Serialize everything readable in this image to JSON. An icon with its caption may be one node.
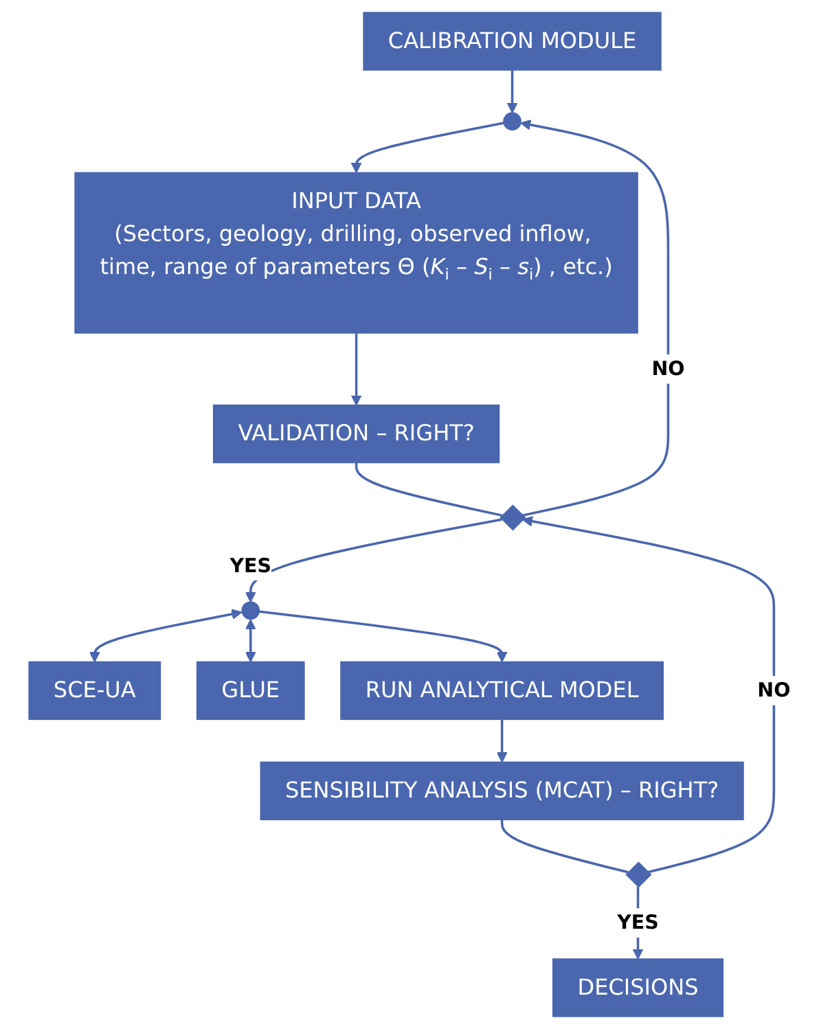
{
  "diagram": {
    "nodes": [
      {
        "text": [
          "CALIBRATION MODULE"
        ]
      },
      {
        "text": [],
        "shape": "circle"
      },
      {
        "text": [
          "INPUT DATA",
          "(Sectors, geology, drilling, observed inflow, time, range of parameters Θ (*K*$_{i}$ – *S*$_{i}$ – *s*$_{i}$) , etc.)"
        ]
      },
      {
        "text": [
          "VALIDATION – RIGHT?"
        ]
      },
      {
        "text": [],
        "shape": "diamond"
      },
      {
        "text": [
          "SCE-UA"
        ]
      },
      {
        "text": [],
        "shape": "circle"
      },
      {
        "text": [
          "GLUE"
        ]
      },
      {
        "text": [
          "RUN ANALYTICAL MODEL"
        ]
      },
      {
        "text": [
          "SENSIBILITY ANALYSIS (MCAT) – RIGHT?"
        ]
      },
      {
        "text": [],
        "shape": "diamond"
      },
      {
        "text": [
          "DECISIONS"
        ]
      }
    ],
    "edges": [
      {
        "from": 0,
        "to": 1,
        "arrow": "to"
      },
      {
        "from": 1,
        "to": 2,
        "arrow": "to"
      },
      {
        "from": 2,
        "to": 3,
        "arrow": "to"
      },
      {
        "from": 3,
        "to": 4,
        "arrow": "none"
      },
      {
        "from": 4,
        "to": 1,
        "arrow": "to",
        "label": "NO"
      },
      {
        "from": 4,
        "to": 6,
        "arrow": "to",
        "label": "YES"
      },
      {
        "from": 6,
        "to": 5,
        "arrow": "both"
      },
      {
        "from": 6,
        "to": 7,
        "arrow": "both"
      },
      {
        "from": 6,
        "to": 8,
        "arrow": "to"
      },
      {
        "from": 8,
        "to": 9,
        "arrow": "to"
      },
      {
        "from": 9,
        "to": 10,
        "arrow": "none"
      },
      {
        "from": 10,
        "to": 4,
        "arrow": "to",
        "label": "NO"
      },
      {
        "from": 10,
        "to": 11,
        "arrow": "to",
        "label": "YES"
      }
    ]
  }
}
